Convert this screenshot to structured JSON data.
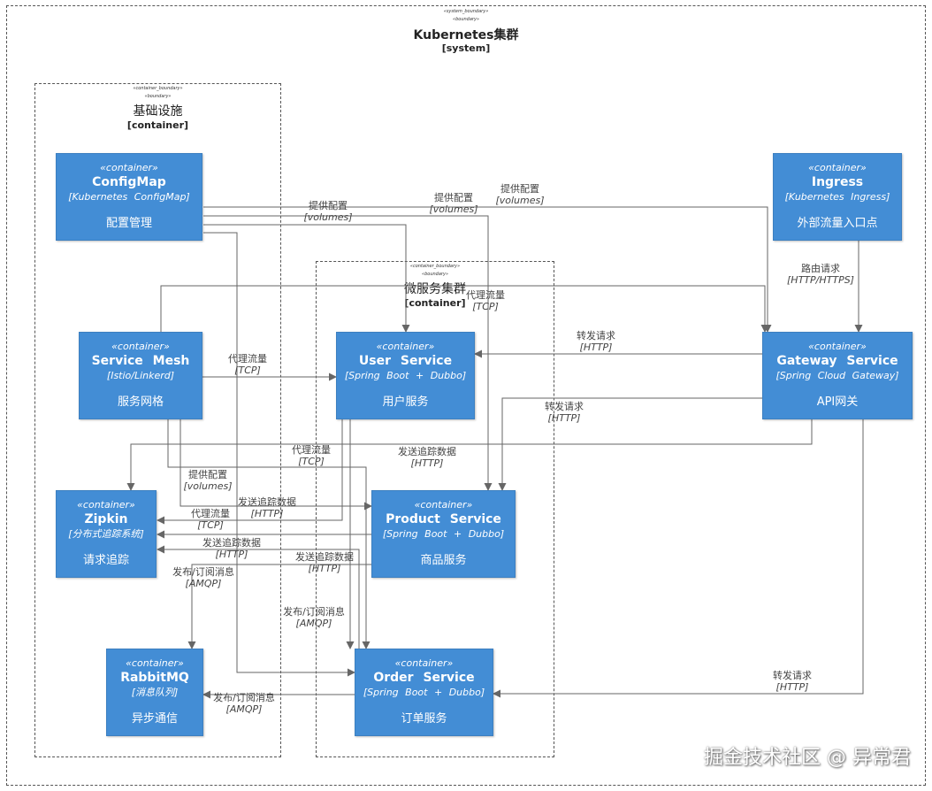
{
  "cluster": {
    "stereo1": "«system_boundary»",
    "stereo2": "«boundary»",
    "title": "Kubernetes集群",
    "type": "[system]"
  },
  "infra": {
    "stereo1": "«container_boundary»",
    "stereo2": "«boundary»",
    "title": "基础设施",
    "type": "[container]"
  },
  "micro": {
    "stereo1": "«container_boundary»",
    "stereo2": "«boundary»",
    "title": "微服务集群",
    "type": "[container]"
  },
  "nodes": {
    "configmap": {
      "stereo": "«container»",
      "name": "ConfigMap",
      "tech": "[Kubernetes ConfigMap]",
      "desc": "配置管理"
    },
    "ingress": {
      "stereo": "«container»",
      "name": "Ingress",
      "tech": "[Kubernetes Ingress]",
      "desc": "外部流量入口点"
    },
    "mesh": {
      "stereo": "«container»",
      "name": "Service Mesh",
      "tech": "[Istio/Linkerd]",
      "desc": "服务网格"
    },
    "user": {
      "stereo": "«container»",
      "name": "User Service",
      "tech": "[Spring Boot + Dubbo]",
      "desc": "用户服务"
    },
    "gateway": {
      "stereo": "«container»",
      "name": "Gateway Service",
      "tech": "[Spring Cloud Gateway]",
      "desc": "API网关"
    },
    "zipkin": {
      "stereo": "«container»",
      "name": "Zipkin",
      "tech": "[分布式追踪系统]",
      "desc": "请求追踪"
    },
    "product": {
      "stereo": "«container»",
      "name": "Product Service",
      "tech": "[Spring Boot + Dubbo]",
      "desc": "商品服务"
    },
    "rabbit": {
      "stereo": "«container»",
      "name": "RabbitMQ",
      "tech": "[消息队列]",
      "desc": "异步通信"
    },
    "order": {
      "stereo": "«container»",
      "name": "Order Service",
      "tech": "[Spring Boot + Dubbo]",
      "desc": "订单服务"
    }
  },
  "labels": [
    {
      "text": "提供配置",
      "tech": "[volumes]"
    },
    {
      "text": "提供配置",
      "tech": "[volumes]"
    },
    {
      "text": "提供配置",
      "tech": "[volumes]"
    },
    {
      "text": "路由请求",
      "tech": "[HTTP/HTTPS]"
    },
    {
      "text": "代理流量",
      "tech": "[TCP]"
    },
    {
      "text": "代理流量",
      "tech": "[TCP]"
    },
    {
      "text": "转发请求",
      "tech": "[HTTP]"
    },
    {
      "text": "转发请求",
      "tech": "[HTTP]"
    },
    {
      "text": "代理流量",
      "tech": "[TCP]"
    },
    {
      "text": "发送追踪数据",
      "tech": "[HTTP]"
    },
    {
      "text": "提供配置",
      "tech": "[volumes]"
    },
    {
      "text": "发送追踪数据",
      "tech": "[HTTP]"
    },
    {
      "text": "代理流量",
      "tech": "[TCP]"
    },
    {
      "text": "发送追踪数据",
      "tech": "[HTTP]"
    },
    {
      "text": "发送追踪数据",
      "tech": "[HTTP]"
    },
    {
      "text": "发布/订阅消息",
      "tech": "[AMQP]"
    },
    {
      "text": "发布/订阅消息",
      "tech": "[AMQP]"
    },
    {
      "text": "转发请求",
      "tech": "[HTTP]"
    },
    {
      "text": "发布/订阅消息",
      "tech": "[AMQP]"
    }
  ],
  "watermark": "掘金技术社区 @ 异常君",
  "colors": {
    "node_fill": "#438dd5",
    "edge": "#666666",
    "boundary": "#555555"
  }
}
